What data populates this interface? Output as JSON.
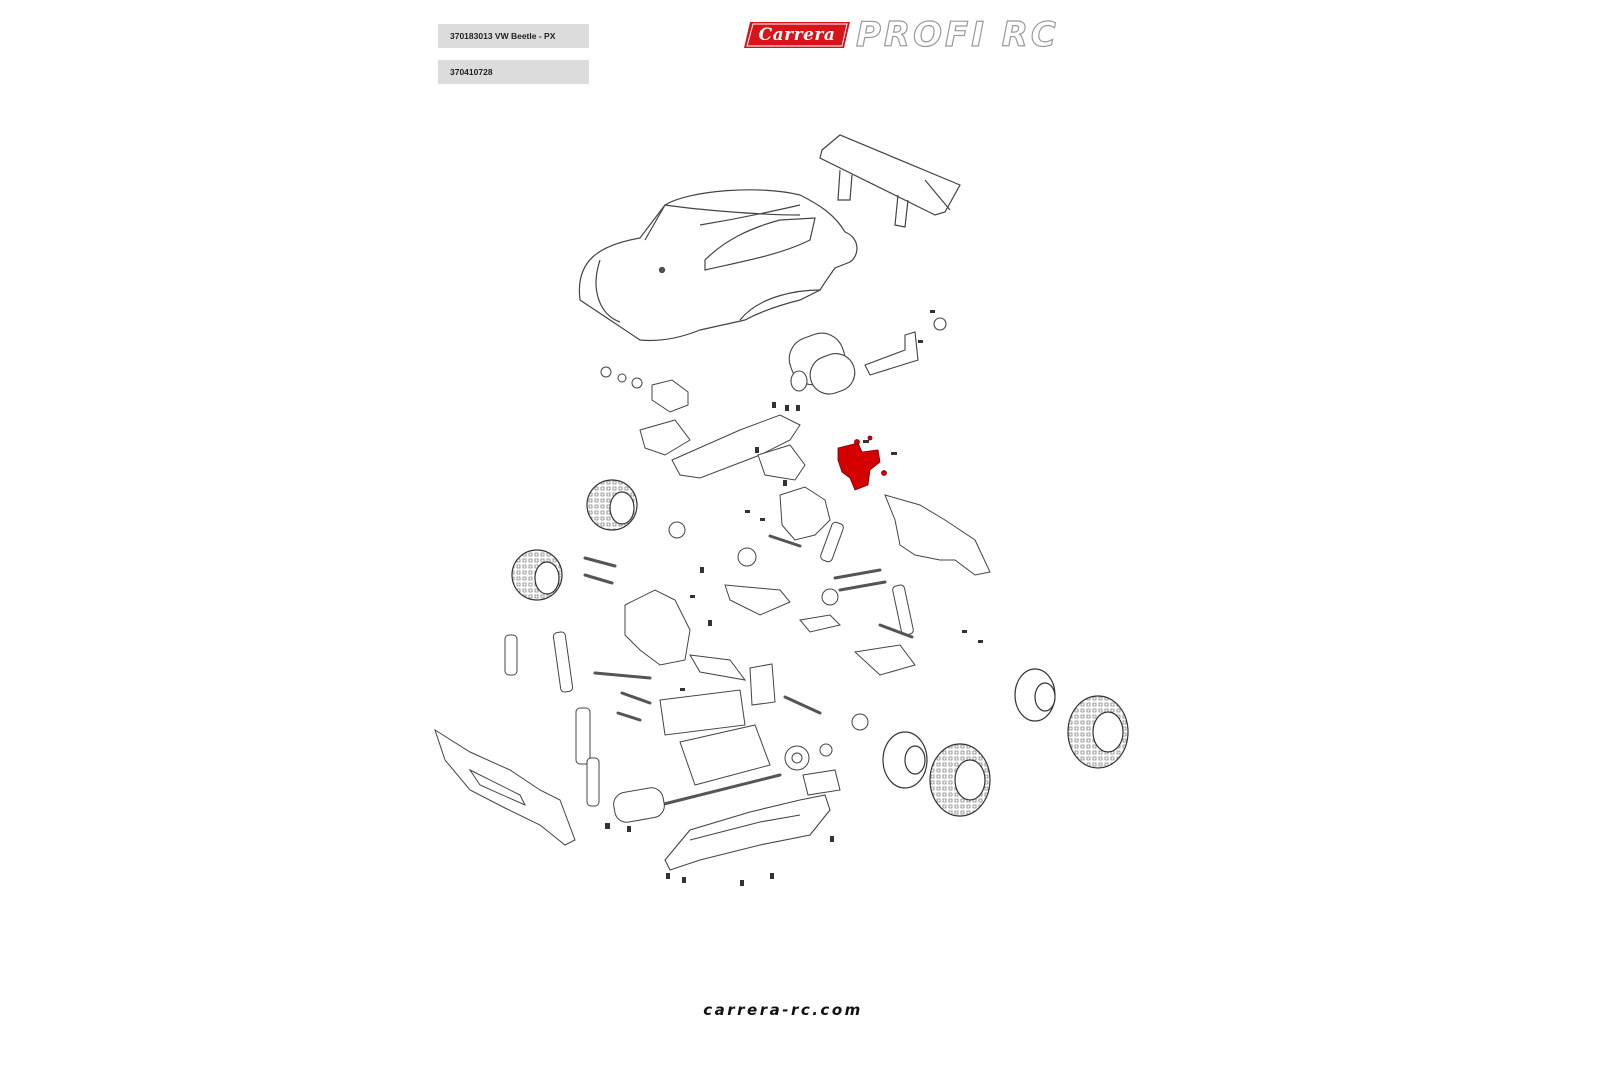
{
  "header": {
    "model_label": "370183013 VW Beetle - PX",
    "part_number": "370410728"
  },
  "brand": {
    "badge_text": "Carrera",
    "product_line": "PROFI RC",
    "badge_color": "#d7141a",
    "outline_color": "#9a9a9a"
  },
  "diagram": {
    "highlight_color": "#d40000",
    "line_color": "#555555"
  },
  "footer": {
    "url": "carrera-rc.com"
  }
}
